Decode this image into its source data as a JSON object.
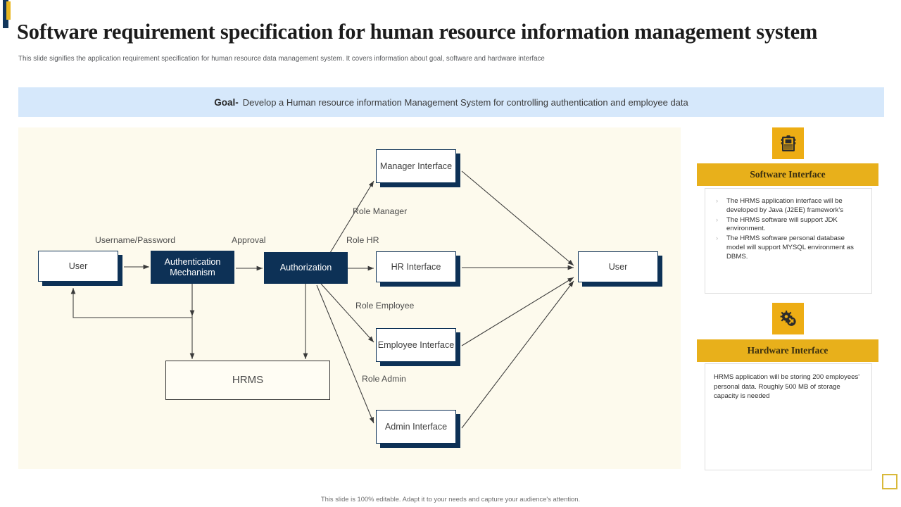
{
  "slide": {
    "title": "Software requirement specification for human resource information management system",
    "subtitle": "This slide signifies the application requirement specification for human resource data management system. It covers information about goal,  software and hardware interface",
    "footer": "This slide is 100% editable.  Adapt it to your needs and capture your audience's attention."
  },
  "goal": {
    "label": "Goal-",
    "text": "Develop a Human resource information Management System for controlling authentication and employee data"
  },
  "diagram": {
    "nodes": {
      "user_left": "User",
      "authentication": "Authentication Mechanism",
      "authorization": "Authorization",
      "hrms": "HRMS",
      "manager_interface": "Manager Interface",
      "hr_interface": "HR Interface",
      "employee_interface": "Employee Interface",
      "admin_interface": "Admin Interface",
      "user_right": "User"
    },
    "edge_labels": {
      "username_password": "Username/Password",
      "approval": "Approval",
      "role_manager": "Role Manager",
      "role_hr": "Role HR",
      "role_employee": "Role Employee",
      "role_admin": "Role Admin"
    }
  },
  "cards": [
    {
      "icon": "clipboard-lock-icon",
      "title": "Software Interface",
      "bullets": [
        "The HRMS  application interface will be developed by Java (J2EE)  framework's",
        "The HRMS  software will support JDK  environment.",
        "The HRMS  software personal database model  will support MYSQL environment as DBMS."
      ]
    },
    {
      "icon": "gears-icon",
      "title": "Hardware Interface",
      "paragraph": "HRMS  application  will be storing 200 employees' personal data. Roughly  500 MB of storage capacity is needed"
    }
  ],
  "colors": {
    "navy": "#0d3156",
    "gold": "#e8b01b",
    "banner_blue": "#d6e8fb",
    "panel_cream": "#fdfaed"
  }
}
